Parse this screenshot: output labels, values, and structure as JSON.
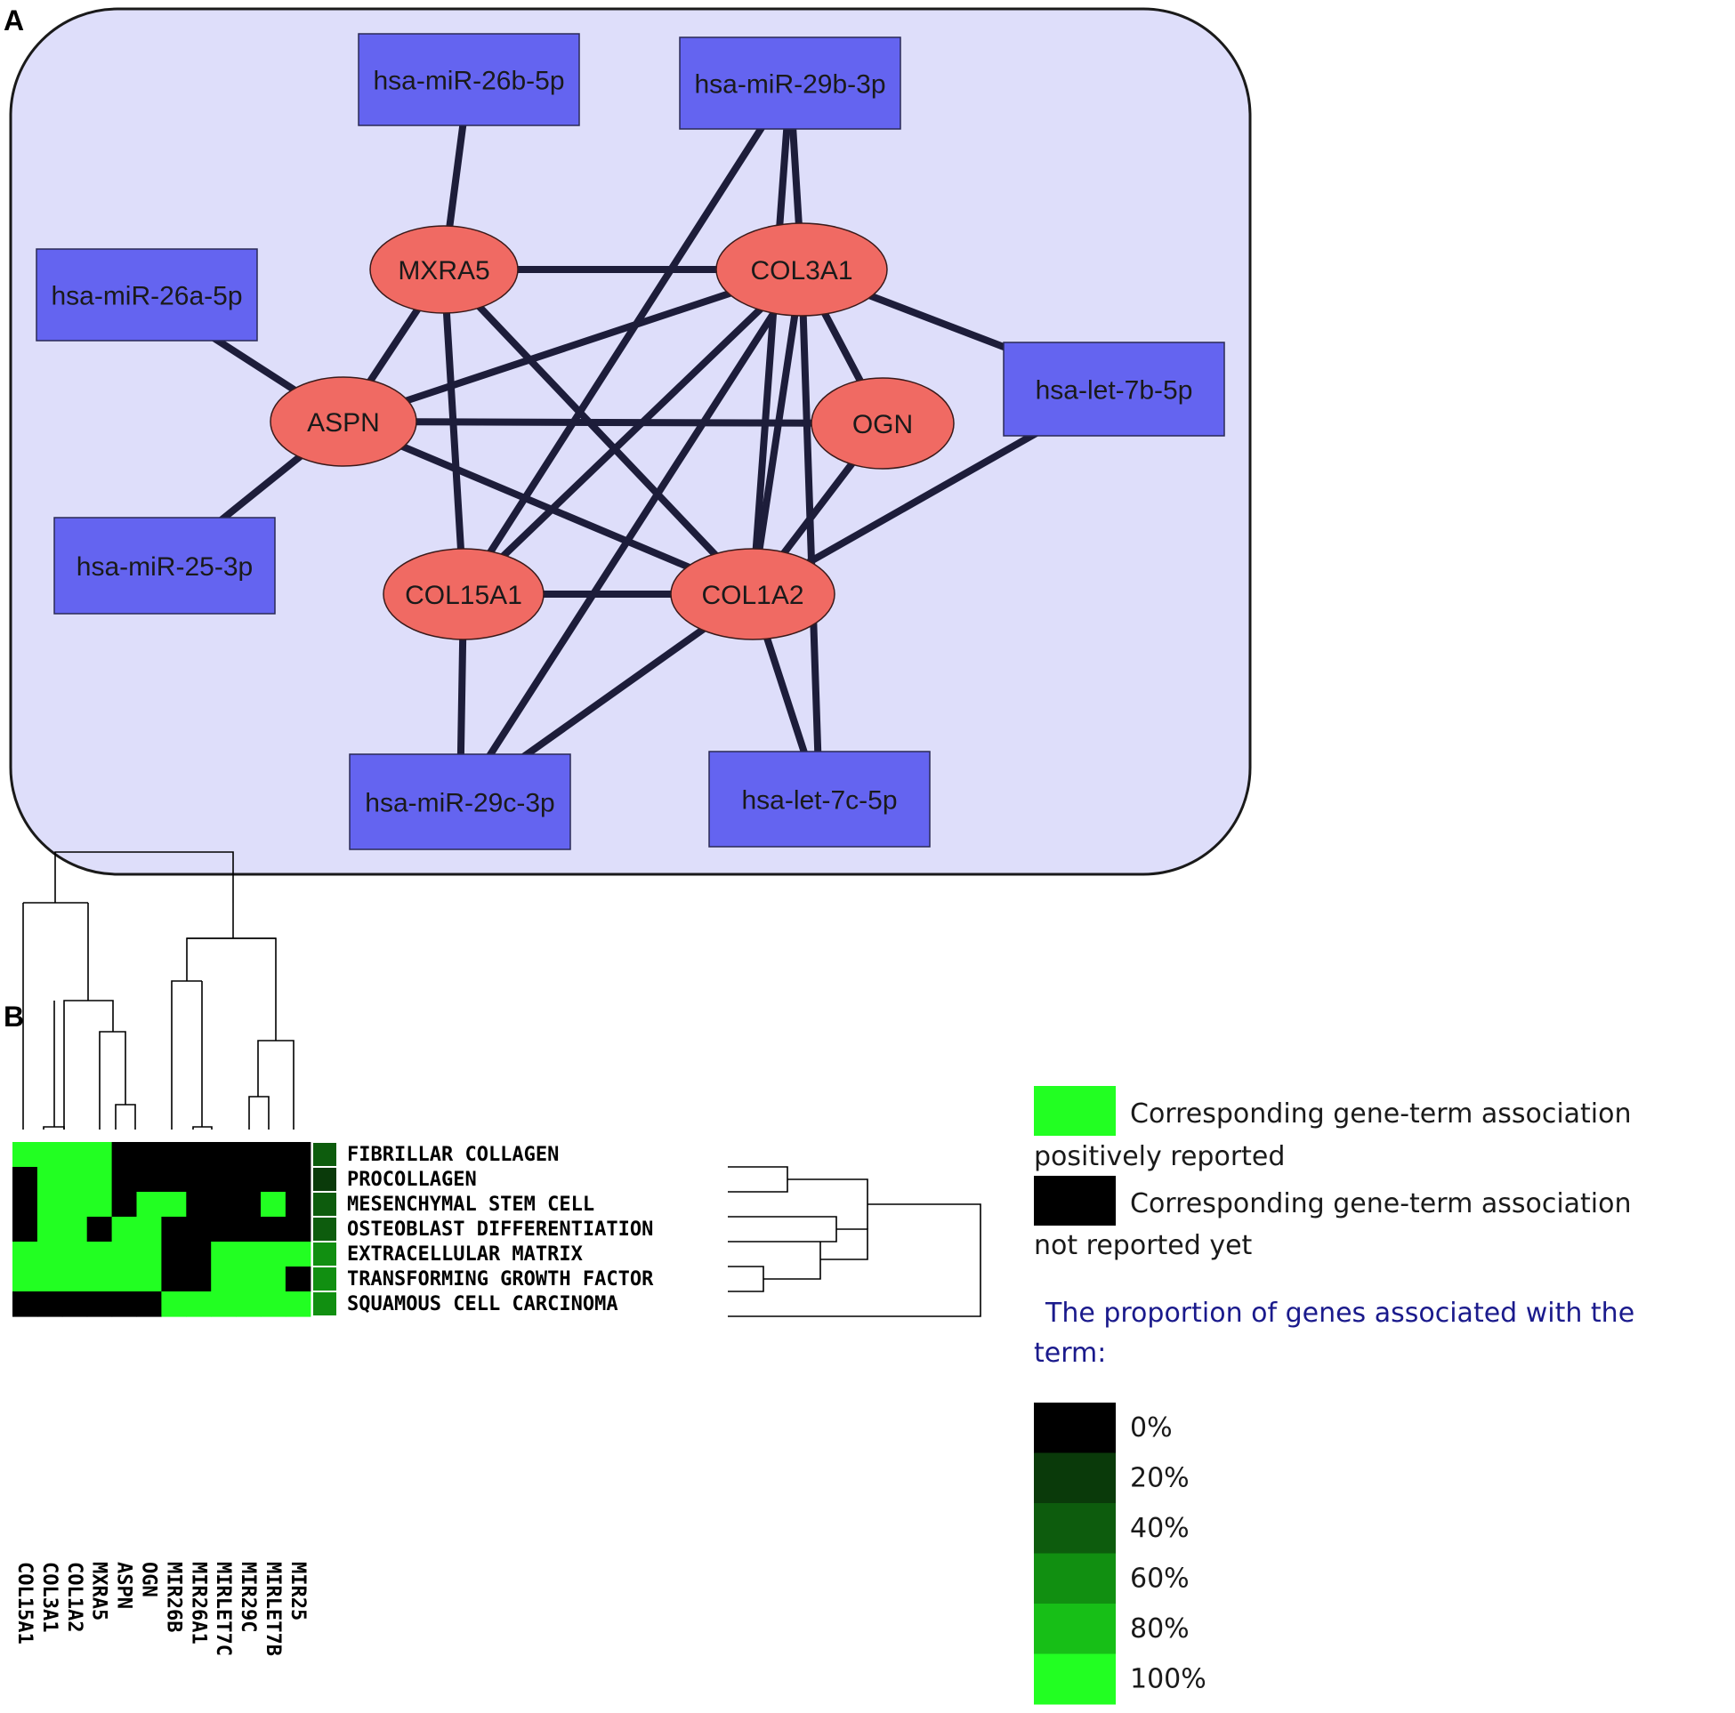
{
  "panel_a": {
    "label": "A",
    "genes": [
      {
        "id": "MXRA5",
        "label": "MXRA5"
      },
      {
        "id": "COL3A1",
        "label": "COL3A1"
      },
      {
        "id": "ASPN",
        "label": "ASPN"
      },
      {
        "id": "OGN",
        "label": "OGN"
      },
      {
        "id": "COL15A1",
        "label": "COL15A1"
      },
      {
        "id": "COL1A2",
        "label": "COL1A2"
      }
    ],
    "mirnas": [
      {
        "id": "m26b",
        "label": "hsa-miR-26b-5p"
      },
      {
        "id": "m29b",
        "label": "hsa-miR-29b-3p"
      },
      {
        "id": "m26a",
        "label": "hsa-miR-26a-5p"
      },
      {
        "id": "l7b",
        "label": "hsa-let-7b-5p"
      },
      {
        "id": "m25",
        "label": "hsa-miR-25-3p"
      },
      {
        "id": "m29c",
        "label": "hsa-miR-29c-3p"
      },
      {
        "id": "l7c",
        "label": "hsa-let-7c-5p"
      }
    ],
    "edges": [
      [
        "m26b",
        "MXRA5"
      ],
      [
        "m29b",
        "COL3A1"
      ],
      [
        "m29b",
        "COL1A2"
      ],
      [
        "m29b",
        "COL15A1"
      ],
      [
        "m26a",
        "ASPN"
      ],
      [
        "m25",
        "ASPN"
      ],
      [
        "l7b",
        "COL3A1"
      ],
      [
        "l7b",
        "COL1A2"
      ],
      [
        "MXRA5",
        "COL3A1"
      ],
      [
        "MXRA5",
        "ASPN"
      ],
      [
        "MXRA5",
        "COL15A1"
      ],
      [
        "MXRA5",
        "COL1A2"
      ],
      [
        "ASPN",
        "COL3A1"
      ],
      [
        "ASPN",
        "OGN"
      ],
      [
        "ASPN",
        "COL1A2"
      ],
      [
        "COL3A1",
        "OGN"
      ],
      [
        "COL3A1",
        "COL15A1"
      ],
      [
        "COL3A1",
        "COL1A2"
      ],
      [
        "COL3A1",
        "m29c"
      ],
      [
        "COL3A1",
        "l7c"
      ],
      [
        "OGN",
        "COL1A2"
      ],
      [
        "COL15A1",
        "COL1A2"
      ],
      [
        "COL15A1",
        "m29c"
      ],
      [
        "COL1A2",
        "m29c"
      ],
      [
        "COL1A2",
        "l7c"
      ]
    ]
  },
  "panel_b": {
    "label": "B",
    "columns": [
      "COL15A1",
      "COL3A1",
      "COL1A2",
      "MXRA5",
      "ASPN",
      "OGN",
      "MIR26B",
      "MIR26A1",
      "MIRLET7C",
      "MIR29C",
      "MIRLET7B",
      "MIR25"
    ],
    "rows": [
      {
        "term": "FIBRILLAR COLLAGEN",
        "proportion": 30,
        "cells": [
          1,
          1,
          1,
          1,
          0,
          0,
          0,
          0,
          0,
          0,
          0,
          0
        ]
      },
      {
        "term": "PROCOLLAGEN",
        "proportion": 20,
        "cells": [
          0,
          1,
          1,
          1,
          0,
          0,
          0,
          0,
          0,
          0,
          0,
          0
        ]
      },
      {
        "term": "MESENCHYMAL STEM CELL",
        "proportion": 40,
        "cells": [
          0,
          1,
          1,
          1,
          0,
          1,
          1,
          0,
          0,
          0,
          1,
          0
        ]
      },
      {
        "term": "OSTEOBLAST DIFFERENTIATION",
        "proportion": 40,
        "cells": [
          0,
          1,
          1,
          0,
          1,
          1,
          0,
          0,
          0,
          0,
          0,
          0
        ]
      },
      {
        "term": "EXTRACELLULAR MATRIX",
        "proportion": 50,
        "cells": [
          1,
          1,
          1,
          1,
          1,
          1,
          0,
          0,
          1,
          1,
          1,
          1
        ]
      },
      {
        "term": "TRANSFORMING GROWTH FACTOR",
        "proportion": 60,
        "cells": [
          1,
          1,
          1,
          1,
          1,
          1,
          0,
          0,
          1,
          1,
          1,
          0
        ]
      },
      {
        "term": "SQUAMOUS CELL CARCINOMA",
        "proportion": 50,
        "cells": [
          0,
          0,
          0,
          0,
          0,
          0,
          1,
          1,
          1,
          1,
          1,
          1
        ]
      }
    ],
    "legend": {
      "positive_line1": "Corresponding gene-term association",
      "positive_line2": "positively reported",
      "negative_line1": "Corresponding gene-term association",
      "negative_line2": "not reported yet",
      "proportion_line1": "The proportion of genes associated with the",
      "proportion_line2": "term:",
      "scale": [
        {
          "label": "0%",
          "color": "#000000"
        },
        {
          "label": "20%",
          "color": "#0a3a0a"
        },
        {
          "label": "40%",
          "color": "#0d5c0d"
        },
        {
          "label": "60%",
          "color": "#118f11"
        },
        {
          "label": "80%",
          "color": "#17bf17"
        },
        {
          "label": "100%",
          "color": "#22ff22"
        }
      ]
    }
  },
  "colors": {
    "network_bg": "#dedefa",
    "gene_fill": "#f06a63",
    "mirna_fill": "#6464f0",
    "positive": "#22ff22",
    "negative": "#000000"
  }
}
